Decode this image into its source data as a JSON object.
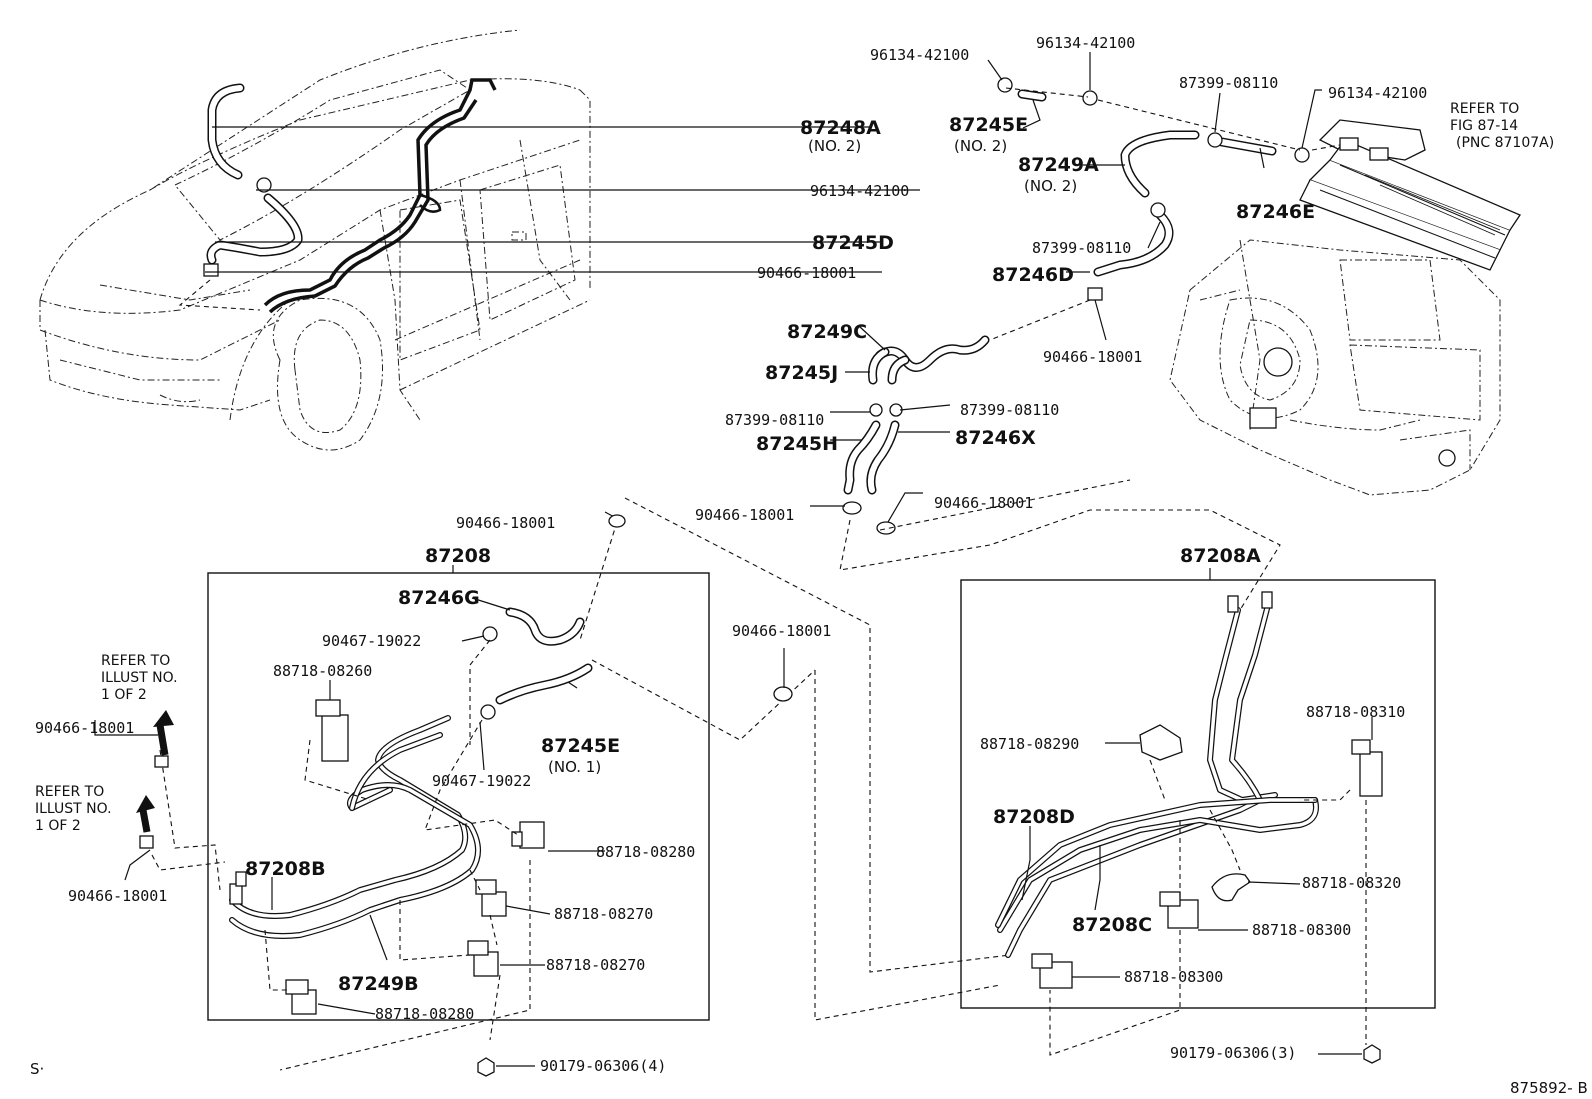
{
  "labels": {
    "c1": "96134-42100",
    "c2": "96134-42100",
    "c3": "87399-08110",
    "c4": "96134-42100",
    "refer_fig": "REFER TO",
    "refer_fig2": "FIG 87-14",
    "refer_fig3": "(PNC 87107A)",
    "h87248a": "87248A",
    "h87248a_no": "(NO. 2)",
    "h87245e_top": "87245E",
    "h87245e_top_no": "(NO. 2)",
    "h87249a": "87249A",
    "h87249a_no": "(NO. 2)",
    "h87246e": "87246E",
    "c5": "96134-42100",
    "h87245d": "87245D",
    "c6": "87399-08110",
    "c7": "90466-18001",
    "h87246d": "87246D",
    "h87249c": "87249C",
    "c8": "90466-18001",
    "h87245j": "87245J",
    "c9": "87399-08110",
    "c10": "87399-08110",
    "h87245h": "87245H",
    "h87246x": "87246X",
    "c11": "90466-18001",
    "c12": "90466-18001",
    "c13": "90466-18001",
    "a87208": "87208",
    "a87208a": "87208A",
    "h87246g": "87246G",
    "c14": "90467-19022",
    "c15": "90466-18001",
    "s1": "88718-08260",
    "h87245e_bot": "87245E",
    "h87245e_bot_no": "(NO. 1)",
    "c16": "90467-19022",
    "refer_ill_a1": "REFER TO",
    "refer_ill_a2": "ILLUST NO.",
    "refer_ill_a3": "1 OF 2",
    "c17": "90466-18001",
    "refer_ill_b1": "REFER TO",
    "refer_ill_b2": "ILLUST NO.",
    "refer_ill_b3": "1 OF 2",
    "c18": "90466-18001",
    "p87208b": "87208B",
    "s2": "88718-08280",
    "s3": "88718-08270",
    "s4": "88718-08270",
    "p87249b": "87249B",
    "s5": "88718-08280",
    "c19": "90179-06306(4)",
    "s6": "88718-08290",
    "s7": "88718-08310",
    "p87208d": "87208D",
    "s8": "88718-08320",
    "p87208c": "87208C",
    "s9": "88718-08300",
    "s10": "88718-08300",
    "c20": "90179-06306(3)",
    "corner_s": "S·",
    "illus_no": "875892- B"
  }
}
